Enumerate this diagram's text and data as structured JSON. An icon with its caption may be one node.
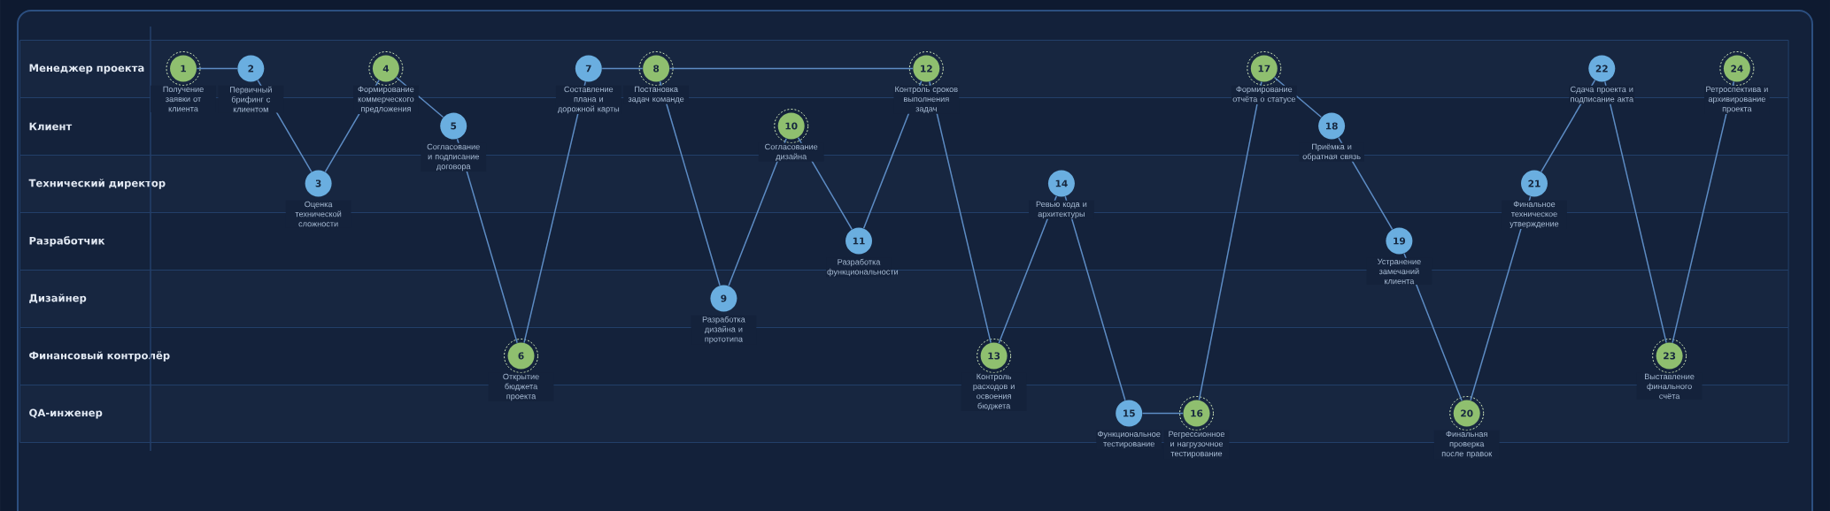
{
  "diagram": {
    "nodes": [
      {
        "text": [
          "Менеджер проекта"
        ]
      },
      {
        "text": [
          "Клиент"
        ]
      },
      {
        "text": [
          "Технический директор"
        ]
      },
      {
        "text": [
          "Разработчик"
        ]
      },
      {
        "text": [
          "Дизайнер"
        ]
      },
      {
        "text": [
          "Финансовый контролёр"
        ]
      },
      {
        "text": [
          "QA-инженер"
        ]
      },
      {
        "text": [
          "1"
        ],
        "beside": [
          "Получение заявки от клиента"
        ],
        "in": 0
      },
      {
        "text": [
          "2"
        ],
        "beside": [
          "Первичный брифинг с клиентом"
        ],
        "in": 0
      },
      {
        "text": [
          "3"
        ],
        "beside": [
          "Оценка технической сложности"
        ],
        "in": 2
      },
      {
        "text": [
          "4"
        ],
        "beside": [
          "Формирование коммерческого предложения"
        ],
        "in": 0
      },
      {
        "text": [
          "5"
        ],
        "beside": [
          "Согласование и подписание договора"
        ],
        "in": 1
      },
      {
        "text": [
          "6"
        ],
        "beside": [
          "Открытие бюджета проекта"
        ],
        "in": 5
      },
      {
        "text": [
          "7"
        ],
        "beside": [
          "Составление плана и дорожной карты"
        ],
        "in": 0
      },
      {
        "text": [
          "8"
        ],
        "beside": [
          "Постановка задач команде"
        ],
        "in": 0
      },
      {
        "text": [
          "9"
        ],
        "beside": [
          "Разработка дизайна и прототипа"
        ],
        "in": 4
      },
      {
        "text": [
          "10"
        ],
        "beside": [
          "Согласование дизайна"
        ],
        "in": 1
      },
      {
        "text": [
          "11"
        ],
        "beside": [
          "Разработка функциональности"
        ],
        "in": 3
      },
      {
        "text": [
          "12"
        ],
        "beside": [
          "Контроль сроков выполнения задач"
        ],
        "in": 0
      },
      {
        "text": [
          "13"
        ],
        "beside": [
          "Контроль расходов и освоения бюджета"
        ],
        "in": 5
      },
      {
        "text": [
          "14"
        ],
        "beside": [
          "Ревью кода и архитектуры"
        ],
        "in": 2
      },
      {
        "text": [
          "15"
        ],
        "beside": [
          "Функциональное тестирование"
        ],
        "in": 6
      },
      {
        "text": [
          "16"
        ],
        "beside": [
          "Регрессионное и нагрузочное тестирование"
        ],
        "in": 6
      },
      {
        "text": [
          "17"
        ],
        "beside": [
          "Формирование отчёта о статусе"
        ],
        "in": 0
      },
      {
        "text": [
          "18"
        ],
        "beside": [
          "Приёмка и обратная связь"
        ],
        "in": 1
      },
      {
        "text": [
          "19"
        ],
        "beside": [
          "Устранение замечаний клиента"
        ],
        "in": 3
      },
      {
        "text": [
          "20"
        ],
        "beside": [
          "Финальная проверка после правок"
        ],
        "in": 6
      },
      {
        "text": [
          "21"
        ],
        "beside": [
          "Финальное техническое утверждение"
        ],
        "in": 2
      },
      {
        "text": [
          "22"
        ],
        "beside": [
          "Сдача проекта и подписание акта"
        ],
        "in": 0
      },
      {
        "text": [
          "23"
        ],
        "beside": [
          "Выставление финального счёта"
        ],
        "in": 5
      },
      {
        "text": [
          "24"
        ],
        "beside": [
          "Ретроспектива и архивирование проекта"
        ],
        "in": 0
      }
    ],
    "edges": [
      {
        "from": 7,
        "to": 8,
        "arrow": "none"
      },
      {
        "from": 8,
        "to": 9,
        "arrow": "none"
      },
      {
        "from": 9,
        "to": 10,
        "arrow": "none"
      },
      {
        "from": 10,
        "to": 11,
        "arrow": "none"
      },
      {
        "from": 11,
        "to": 12,
        "arrow": "none"
      },
      {
        "from": 12,
        "to": 13,
        "arrow": "none"
      },
      {
        "from": 13,
        "to": 14,
        "arrow": "none"
      },
      {
        "from": 14,
        "to": 15,
        "arrow": "none"
      },
      {
        "from": 14,
        "to": 18,
        "arrow": "none"
      },
      {
        "from": 15,
        "to": 16,
        "arrow": "none"
      },
      {
        "from": 16,
        "to": 17,
        "arrow": "none"
      },
      {
        "from": 17,
        "to": 18,
        "arrow": "none"
      },
      {
        "from": 18,
        "to": 19,
        "arrow": "none"
      },
      {
        "from": 19,
        "to": 20,
        "arrow": "none"
      },
      {
        "from": 20,
        "to": 21,
        "arrow": "none"
      },
      {
        "from": 21,
        "to": 22,
        "arrow": "none"
      },
      {
        "from": 22,
        "to": 23,
        "arrow": "none"
      },
      {
        "from": 23,
        "to": 24,
        "arrow": "none"
      },
      {
        "from": 24,
        "to": 25,
        "arrow": "none"
      },
      {
        "from": 25,
        "to": 26,
        "arrow": "none"
      },
      {
        "from": 26,
        "to": 27,
        "arrow": "none"
      },
      {
        "from": 27,
        "to": 28,
        "arrow": "none"
      },
      {
        "from": 28,
        "to": 29,
        "arrow": "none"
      },
      {
        "from": 29,
        "to": 30,
        "arrow": "none"
      }
    ]
  }
}
